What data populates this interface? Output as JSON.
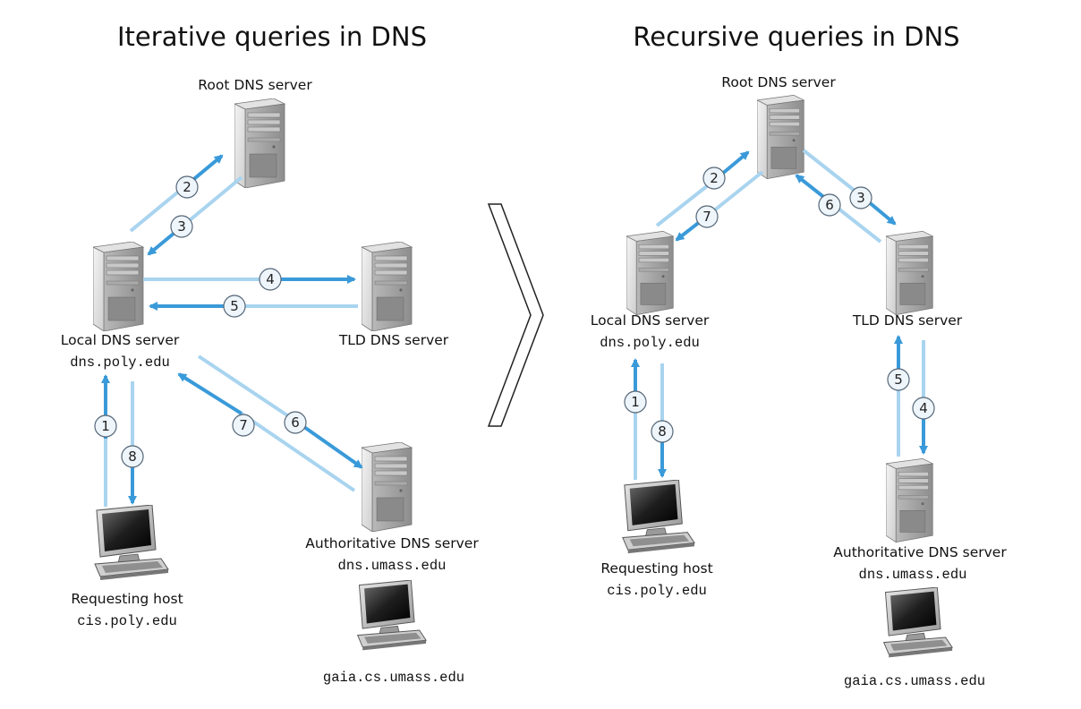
{
  "titles": {
    "iterative": "Iterative queries in DNS",
    "recursive": "Recursive queries in DNS"
  },
  "colors": {
    "arrow_dark": "#3a9ad9",
    "arrow_light": "#a9d4ef",
    "circle_fill": "#eef5fb",
    "circle_stroke": "#556677"
  },
  "iterative": {
    "root": {
      "label": "Root DNS server"
    },
    "local": {
      "label": "Local DNS server",
      "host": "dns.poly.edu"
    },
    "tld": {
      "label": "TLD DNS server"
    },
    "auth": {
      "label": "Authoritative DNS server",
      "host": "dns.umass.edu"
    },
    "requesting": {
      "label": "Requesting host",
      "host": "cis.poly.edu"
    },
    "target": {
      "host": "gaia.cs.umass.edu"
    },
    "steps": [
      "1",
      "2",
      "3",
      "4",
      "5",
      "6",
      "7",
      "8"
    ]
  },
  "recursive": {
    "root": {
      "label": "Root DNS server"
    },
    "local": {
      "label": "Local DNS server",
      "host": "dns.poly.edu"
    },
    "tld": {
      "label": "TLD DNS server"
    },
    "auth": {
      "label": "Authoritative DNS server",
      "host": "dns.umass.edu"
    },
    "requesting": {
      "label": "Requesting host",
      "host": "cis.poly.edu"
    },
    "target": {
      "host": "gaia.cs.umass.edu"
    },
    "steps": [
      "1",
      "2",
      "3",
      "4",
      "5",
      "6",
      "7",
      "8"
    ]
  }
}
